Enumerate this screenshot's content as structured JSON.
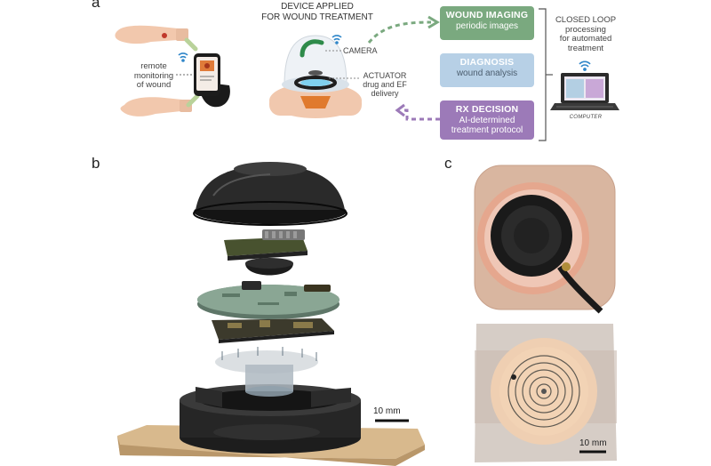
{
  "panel_a": {
    "letter": "a",
    "device_title_line1": "DEVICE APPLIED",
    "device_title_line2": "FOR WOUND TREATMENT",
    "camera_label": "CAMERA",
    "actuator_label_line1": "ACTUATOR",
    "actuator_label_line2": "drug and EF",
    "actuator_label_line3": "delivery",
    "remote_line1": "remote",
    "remote_line2": "monitoring",
    "remote_line3": "of wound",
    "boxes": [
      {
        "title": "WOUND IMAGING",
        "subtitle": "periodic images",
        "color": "#7aa97f"
      },
      {
        "title": "DIAGNOSIS",
        "subtitle": "wound analysis",
        "color": "#b7d0e6"
      },
      {
        "title": "RX DECISION",
        "subtitle": "AI-determined treatment protocol",
        "color": "#9c7ab8"
      }
    ],
    "closed_loop_line1": "CLOSED LOOP",
    "closed_loop_line2": "processing",
    "closed_loop_line3": "for automated",
    "closed_loop_line4": "treatment",
    "computer_label": "COMPUTER"
  },
  "panel_b": {
    "letter": "b",
    "scale_bar": "10 mm"
  },
  "panel_c": {
    "letter": "c",
    "scale_bar": "10 mm"
  },
  "icons": [
    "hand-icon",
    "phone-icon",
    "wifi-icon",
    "laptop-icon",
    "wound-device-icon",
    "cable-icon"
  ]
}
